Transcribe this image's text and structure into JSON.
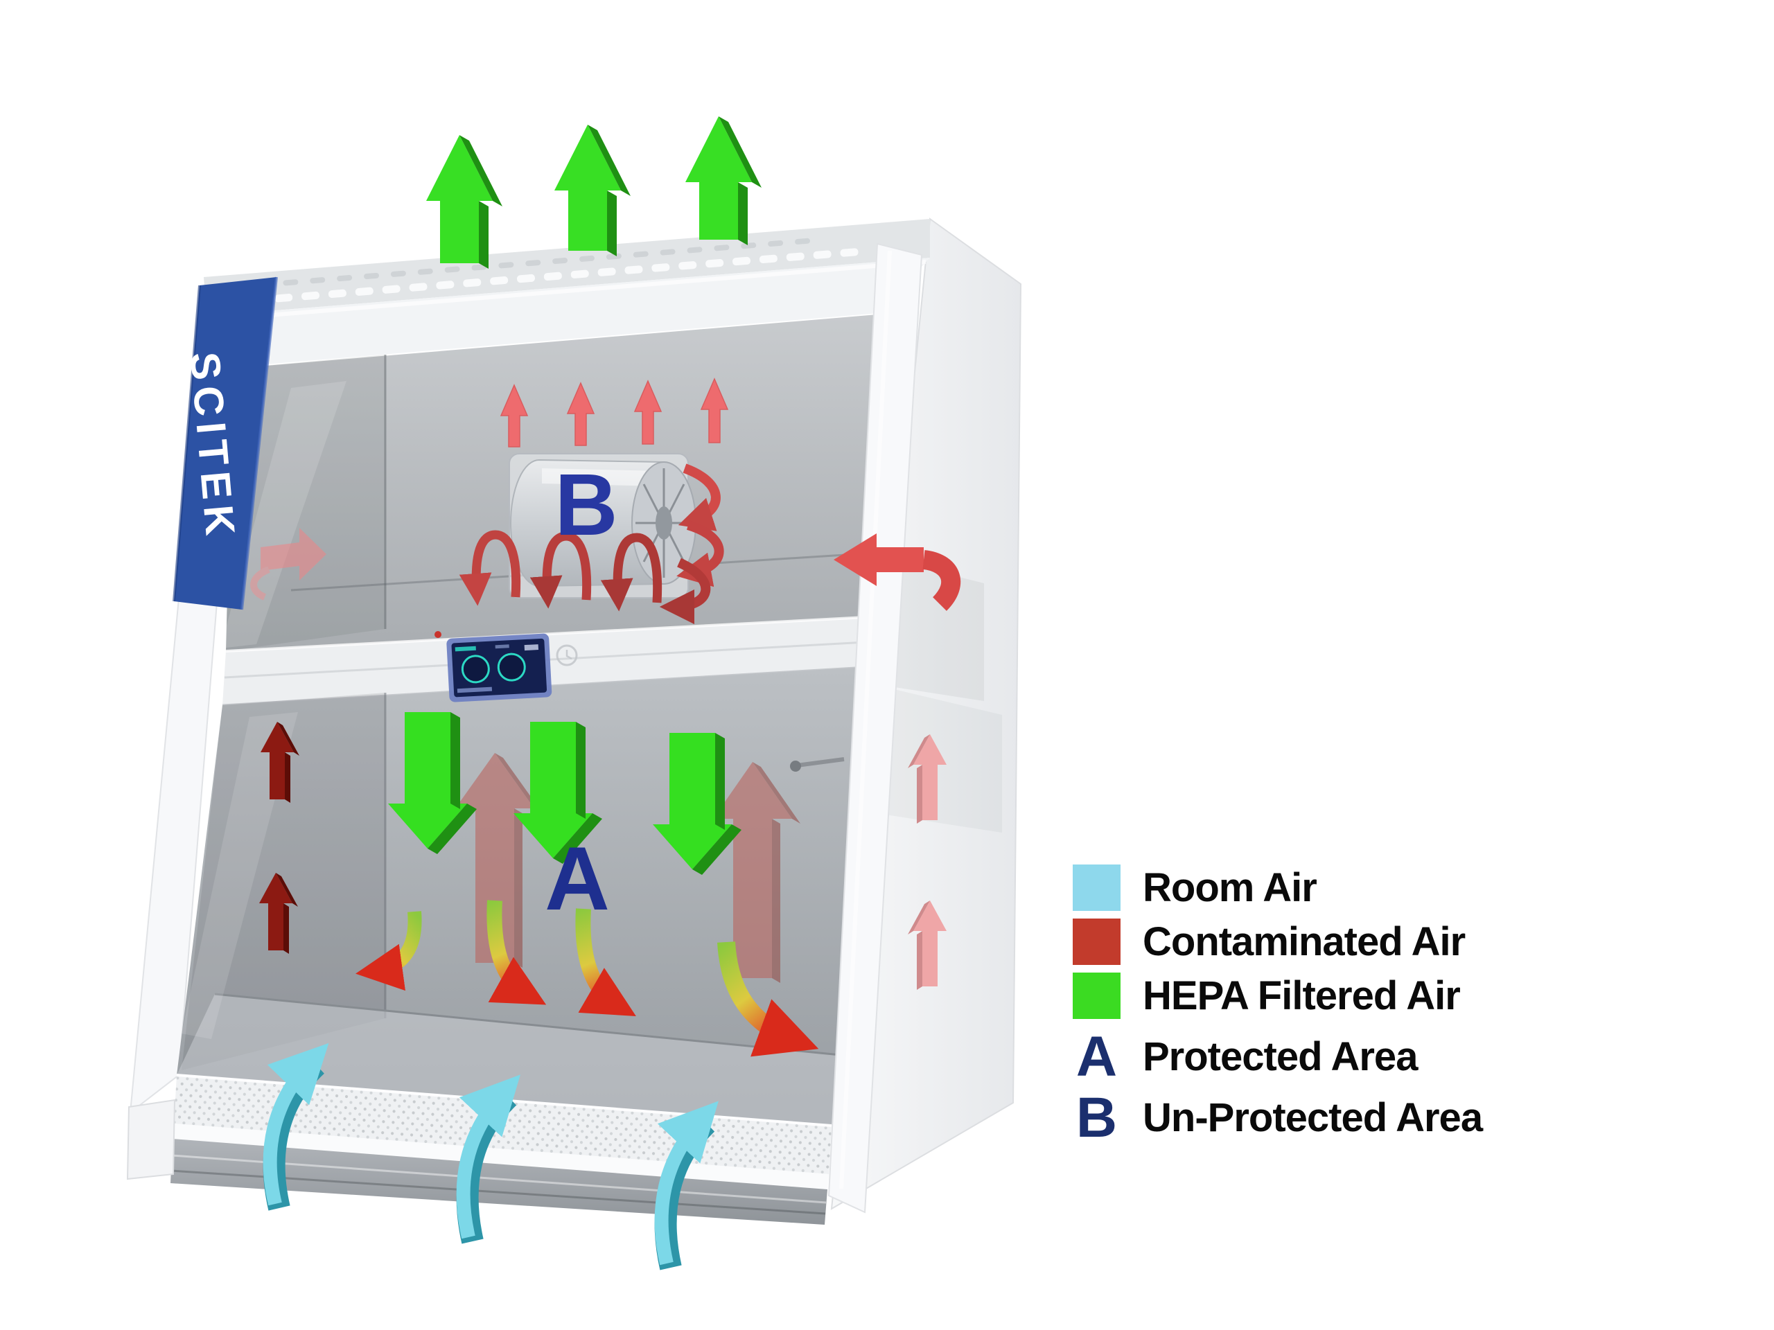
{
  "brand": {
    "logo_text": "SCITEK"
  },
  "diagram": {
    "area_labels": {
      "protected": "A",
      "unprotected": "B"
    }
  },
  "legend": {
    "items": [
      {
        "color": "#8ed8ec",
        "label": "Room Air"
      },
      {
        "color": "#c23b2c",
        "label": "Contaminated Air"
      },
      {
        "color": "#3bdb22",
        "label": "HEPA Filtered Air"
      }
    ],
    "areas": [
      {
        "letter": "A",
        "label": "Protected Area"
      },
      {
        "letter": "B",
        "label": "Un-Protected Area"
      }
    ]
  },
  "colors": {
    "room_air_cyan": "#8ed8ec",
    "contaminated_red": "#c23b2c",
    "hepa_green": "#3bdb22",
    "area_letter_navy": "#1b2f6e",
    "diagram_letter_blue": "#23328f",
    "brand_blue": "#2c52a4",
    "cabinet_white": "#f2f4f6",
    "glass_gray": "#aeb2b6"
  }
}
